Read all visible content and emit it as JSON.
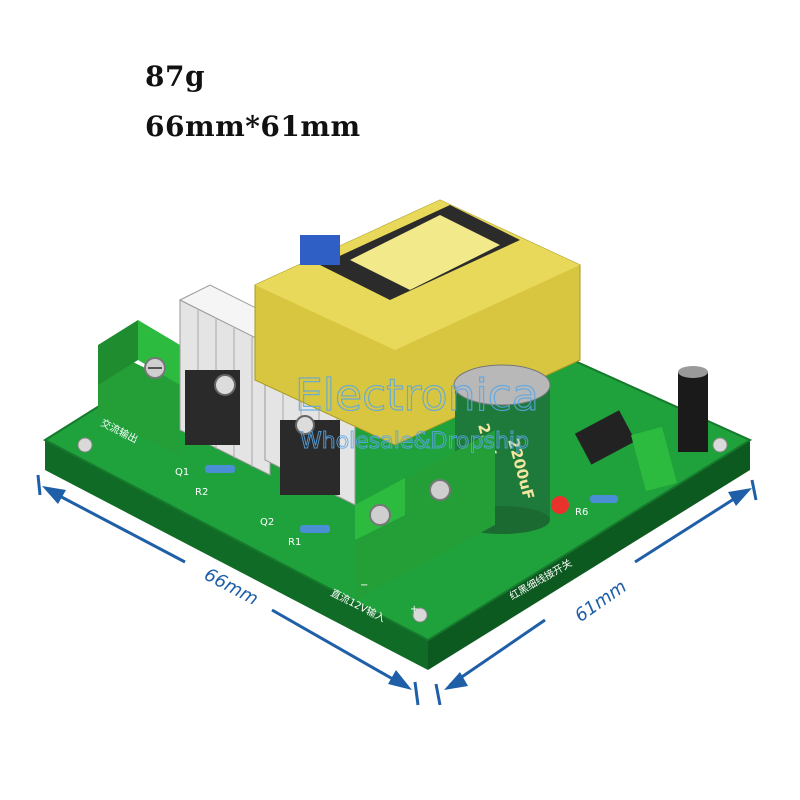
{
  "specs": {
    "weight": "87g",
    "dimensions": "66mm*61mm"
  },
  "dimension_labels": {
    "width": "66mm",
    "depth": "61mm"
  },
  "watermark": {
    "line1": "Electronica",
    "line2": "Wholesale&Dropship"
  },
  "board_silkscreen": {
    "output_label": "交流输出",
    "input_label": "直流12V输入",
    "switch_label": "红黑细线接开关",
    "plus": "+",
    "minus": "−",
    "q1": "Q1",
    "q2": "Q2",
    "r1": "R1",
    "r2": "R2",
    "r6": "R6"
  },
  "capacitor": {
    "line1": "2200uF",
    "line2": "25V"
  },
  "colors": {
    "pcb": "#1fa13c",
    "terminal": "#2dbb3f",
    "transformer_core": "#d8c640",
    "dimension_line": "#1f5fa8"
  }
}
